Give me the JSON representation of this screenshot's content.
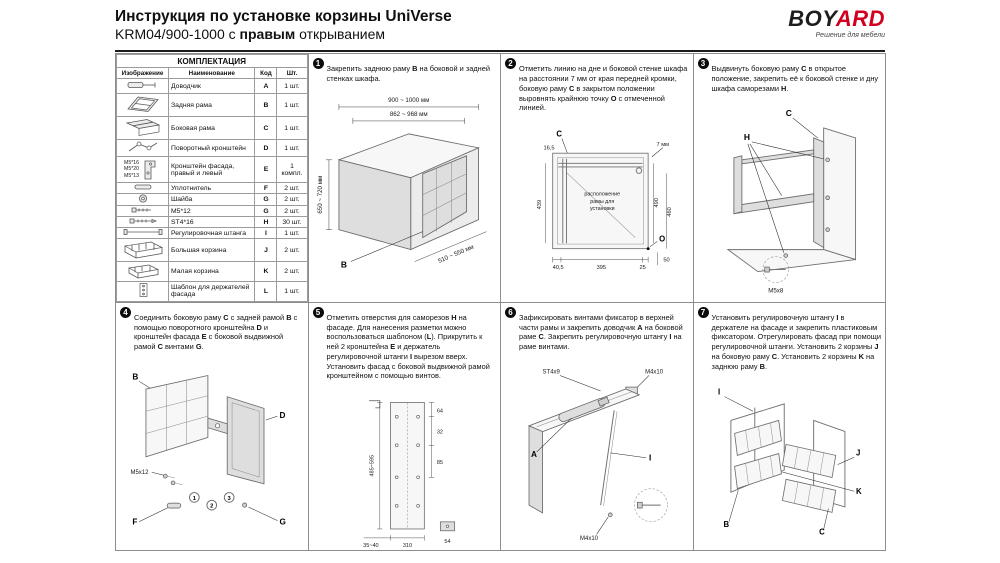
{
  "header": {
    "title": "Инструкция по установке корзины UniVerse",
    "subtitle_prefix": "KRM04/900-1000 с ",
    "subtitle_bold": "правым",
    "subtitle_suffix": " открыванием",
    "logo_dark": "BOY",
    "logo_red": "ARD",
    "logo_tagline": "Решение для мебели",
    "brand_red": "#d2001e"
  },
  "kit": {
    "title": "КОМПЛЕКТАЦИЯ",
    "col_image": "Изображение",
    "col_name": "Наименование",
    "col_code": "Код",
    "col_qty": "Шт.",
    "rows": [
      {
        "icon": "closer-icon",
        "name": "Доводчик",
        "code": "A",
        "qty": "1 шт."
      },
      {
        "icon": "back-frame-icon",
        "name": "Задняя рама",
        "code": "B",
        "qty": "1 шт."
      },
      {
        "icon": "side-frame-icon",
        "name": "Боковая рама",
        "code": "C",
        "qty": "1 шт."
      },
      {
        "icon": "pivot-bracket-icon",
        "name": "Поворотный кронштейн",
        "code": "D",
        "qty": "1 шт."
      },
      {
        "icon": "facade-bracket-icon",
        "name": "Кронштейн фасада, правый и левый",
        "code": "E",
        "qty": "1 компл.",
        "screws": [
          "М5*16",
          "М5*20",
          "М5*13"
        ]
      },
      {
        "icon": "seal-icon",
        "name": "Уплотнитель",
        "code": "F",
        "qty": "2 шт."
      },
      {
        "icon": "washer-icon",
        "name": "Шайба",
        "code": "G",
        "qty": "2 шт."
      },
      {
        "icon": "screw-icon",
        "name": "М5*12",
        "code": "G",
        "qty": "2 шт."
      },
      {
        "icon": "screw-long-icon",
        "name": "ST4*16",
        "code": "H",
        "qty": "30 шт."
      },
      {
        "icon": "rod-icon",
        "name": "Регулировочная штанга",
        "code": "I",
        "qty": "1 шт."
      },
      {
        "icon": "big-basket-icon",
        "name": "Большая корзина",
        "code": "J",
        "qty": "2 шт."
      },
      {
        "icon": "small-basket-icon",
        "name": "Малая корзина",
        "code": "K",
        "qty": "2 шт."
      },
      {
        "icon": "template-icon",
        "name": "Шаблон для держателей фасада",
        "code": "L",
        "qty": "1 шт."
      }
    ]
  },
  "steps": [
    {
      "num": "1",
      "text": [
        {
          "t": "Закрепить заднюю раму "
        },
        {
          "t": "B",
          "b": true
        },
        {
          "t": " на боковой и задней стенках шкафа."
        }
      ],
      "labels": {
        "w1": "900 ~ 1000 мм",
        "w2": "862 ~ 968 мм",
        "d": "510 ~ 550 мм",
        "h": "650 ~ 720 мм",
        "part": "B"
      }
    },
    {
      "num": "2",
      "text": [
        {
          "t": "Отметить линию на дне и боковой стенке шкафа на расстоянии 7 мм от края передней кромки, боковую раму "
        },
        {
          "t": "C",
          "b": true
        },
        {
          "t": " в закрытом положении выровнять крайнюю точку "
        },
        {
          "t": "O",
          "b": true
        },
        {
          "t": " с отмеченной линией."
        }
      ],
      "labels": {
        "part_c": "C",
        "d7": "7 мм",
        "d165": "16,5",
        "d439": "439",
        "d490": "490",
        "d460": "460",
        "d405": "40,5",
        "d395": "395",
        "d25": "25",
        "d50": "50",
        "point_o": "O",
        "n1": "расположение",
        "n2": "рамы для",
        "n3": "установки"
      }
    },
    {
      "num": "3",
      "text": [
        {
          "t": "Выдвинуть боковую раму "
        },
        {
          "t": "C",
          "b": true
        },
        {
          "t": " в открытое положение, закрепить её к боковой стенке и дну шкафа саморезами "
        },
        {
          "t": "H",
          "b": true
        },
        {
          "t": "."
        }
      ],
      "labels": {
        "part_c": "C",
        "part_h": "H",
        "m5x8": "M5x8"
      }
    },
    {
      "num": "4",
      "text": [
        {
          "t": "Соединить боковую раму "
        },
        {
          "t": "C",
          "b": true
        },
        {
          "t": " с задней рамой "
        },
        {
          "t": "B",
          "b": true
        },
        {
          "t": " с помощью поворотного кронштейна "
        },
        {
          "t": "D",
          "b": true
        },
        {
          "t": " и кронштейн фасада "
        },
        {
          "t": "E",
          "b": true
        },
        {
          "t": " с боковой выдвижной рамой "
        },
        {
          "t": "C",
          "b": true
        },
        {
          "t": " винтами "
        },
        {
          "t": "G",
          "b": true
        },
        {
          "t": "."
        }
      ],
      "labels": {
        "part_b": "B",
        "part_d": "D",
        "m5x12": "M5x12",
        "part_f": "F",
        "part_g": "G",
        "c1": "1",
        "c2": "2",
        "c3": "3"
      }
    },
    {
      "num": "5",
      "text": [
        {
          "t": "Отметить отверстия для саморезов "
        },
        {
          "t": "H",
          "b": true
        },
        {
          "t": " на фасаде. Для нанесения разметки можно воспользоваться шаблоном ("
        },
        {
          "t": "L",
          "b": true
        },
        {
          "t": "). Прикрутить к ней 2 кронштейна "
        },
        {
          "t": "E",
          "b": true
        },
        {
          "t": " и держатель регулировочной штанги "
        },
        {
          "t": "I",
          "b": true
        },
        {
          "t": " вырезом вверх. Установить фасад с боковой выдвижной рамой кронштейном с помощью винтов."
        }
      ],
      "labels": {
        "d64": "64",
        "d32": "32",
        "d85": "85",
        "dh": "485~595",
        "d3540": "35~40",
        "d310": "310",
        "d54": "54"
      }
    },
    {
      "num": "6",
      "text": [
        {
          "t": "Зафиксировать винтами фиксатор в верхней части рамы и закрепить доводчик "
        },
        {
          "t": "A",
          "b": true
        },
        {
          "t": " на боковой раме "
        },
        {
          "t": "C",
          "b": true
        },
        {
          "t": ". Закрепить регулировочную штангу "
        },
        {
          "t": "I",
          "b": true
        },
        {
          "t": " на раме винтами."
        }
      ],
      "labels": {
        "st4x9": "ST4x9",
        "m4x10a": "M4x10",
        "m4x10b": "M4x10",
        "part_a": "A",
        "part_i": "I"
      }
    },
    {
      "num": "7",
      "text": [
        {
          "t": "Установить регулировочную штангу "
        },
        {
          "t": "I",
          "b": true
        },
        {
          "t": " в держателе на фасаде и закрепить пластиковым фиксатором. Отрегулировать фасад при помощи регулировочной штанги. Установить 2 корзины "
        },
        {
          "t": "J",
          "b": true
        },
        {
          "t": " на боковую раму "
        },
        {
          "t": "C",
          "b": true
        },
        {
          "t": ". Установить 2 корзины "
        },
        {
          "t": "K",
          "b": true
        },
        {
          "t": " на заднюю раму "
        },
        {
          "t": "B",
          "b": true
        },
        {
          "t": "."
        }
      ],
      "labels": {
        "part_i": "I",
        "part_j": "J",
        "part_k": "K",
        "part_b": "B",
        "part_c": "C"
      }
    }
  ]
}
